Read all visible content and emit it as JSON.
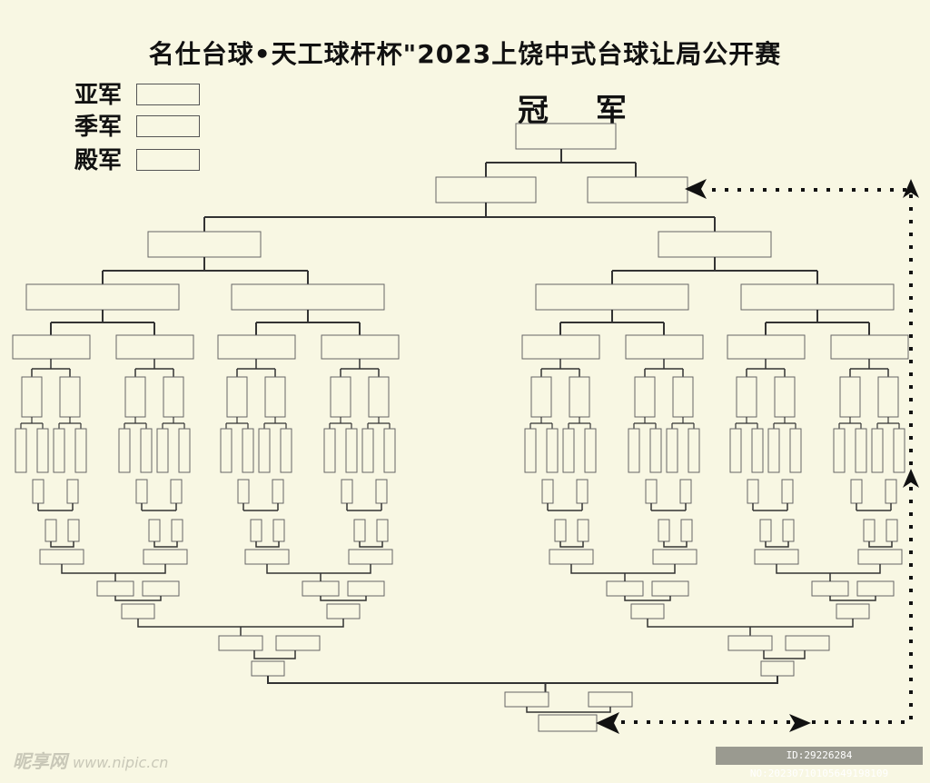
{
  "title": "名仕台球•天工球杆杯\"2023上饶中式台球让局公开赛",
  "places": [
    {
      "key": "runner-up",
      "label": "亚军"
    },
    {
      "key": "third",
      "label": "季军"
    },
    {
      "key": "fourth",
      "label": "殿军"
    }
  ],
  "champion_label": "冠 军",
  "watermark": {
    "left": "昵享网",
    "left_url": "www.nipic.cn",
    "right": "ID:29226284 NO:20230710105649198109"
  }
}
